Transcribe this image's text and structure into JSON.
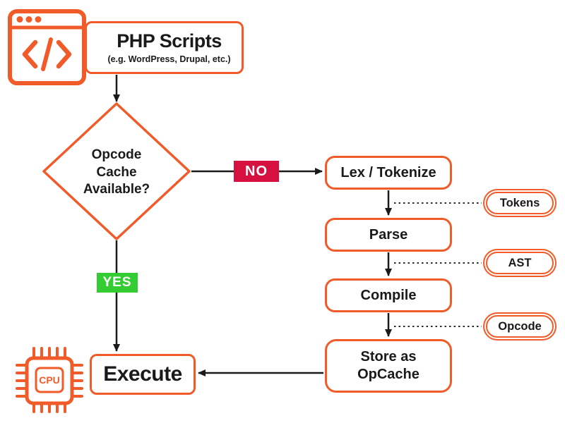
{
  "colors": {
    "accent": "#F15A29",
    "no_badge": "#D6103F",
    "yes_badge": "#33CC33",
    "ink": "#1A1A1A"
  },
  "php": {
    "title": "PHP Scripts",
    "subtitle": "(e.g. WordPress, Drupal, etc.)"
  },
  "decision": {
    "line1": "Opcode",
    "line2": "Cache",
    "line3": "Available?"
  },
  "branches": {
    "no": "NO",
    "yes": "YES"
  },
  "steps": {
    "lex": {
      "label": "Lex / Tokenize"
    },
    "parse": {
      "label": "Parse"
    },
    "compile": {
      "label": "Compile"
    },
    "store": {
      "line1": "Store as",
      "line2": "OpCache"
    }
  },
  "outputs": {
    "tokens": "Tokens",
    "ast": "AST",
    "opcode": "Opcode"
  },
  "execute": {
    "label": "Execute",
    "cpu": "CPU"
  }
}
